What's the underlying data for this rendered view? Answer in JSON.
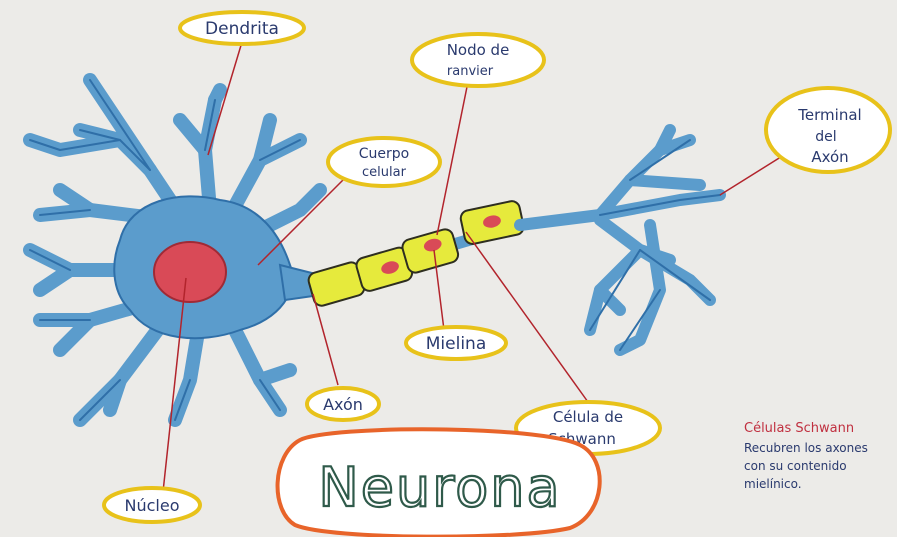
{
  "diagram": {
    "title": "Neurona",
    "labels": {
      "dendrita": "Dendrita",
      "nodo_ranvier_line1": "Nodo de",
      "nodo_ranvier_line2": "ranvier",
      "terminal_line1": "Terminal",
      "terminal_line2": "del",
      "terminal_line3": "Axón",
      "cuerpo_line1": "Cuerpo",
      "cuerpo_line2": "celular",
      "mielina": "Mielina",
      "axon": "Axón",
      "schwann_line1": "Célula de",
      "schwann_line2": "Schwann",
      "nucleo": "Núcleo"
    },
    "note": {
      "heading": "Células Schwann",
      "line1": "Recubren los axones",
      "line2": "con su contenido",
      "line3": "mielínico."
    },
    "colors": {
      "paper": "#ecebe8",
      "neuron_blue": "#5b9ccc",
      "neuron_stroke": "#2f6fa8",
      "nucleus": "#d94a57",
      "myelin": "#e6ea3c",
      "label_border": "#e8c21a",
      "title_border": "#e8642a",
      "title_text": "#2f5a4a",
      "leader_line": "#b2242c",
      "label_text": "#2a3a6e",
      "note_heading": "#c03040"
    }
  }
}
